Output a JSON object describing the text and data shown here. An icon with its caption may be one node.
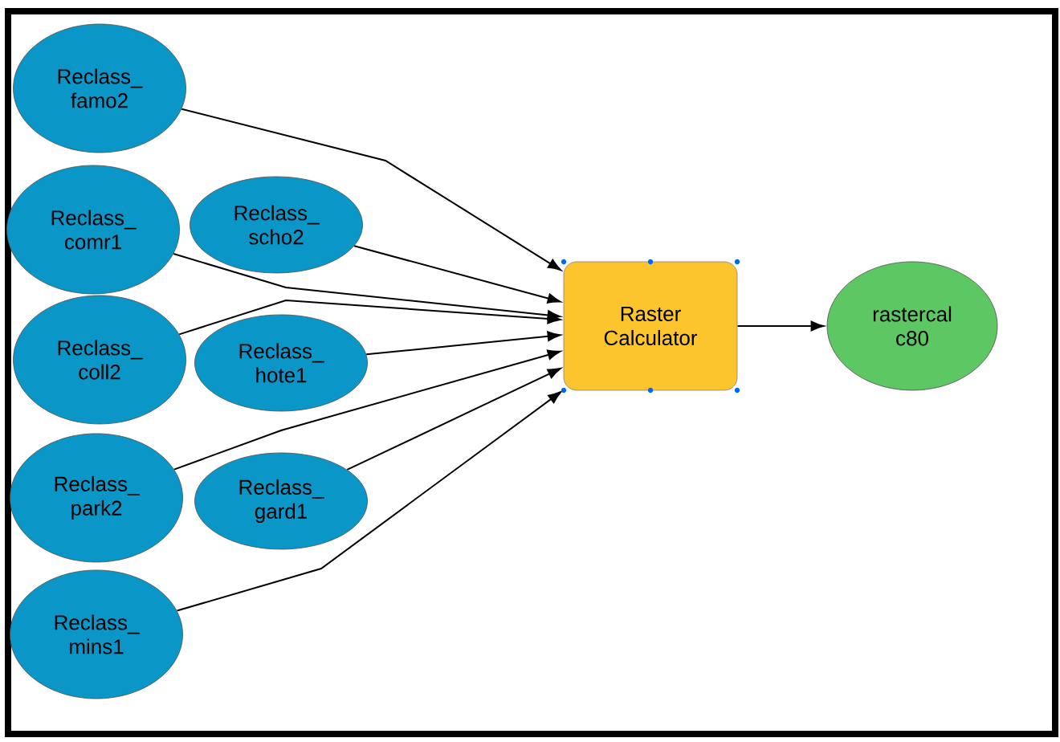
{
  "diagram": {
    "nodes": [
      {
        "text": [
          "Reclass_ famo2"
        ]
      },
      {
        "text": [
          "Reclass_ comr1"
        ]
      },
      {
        "text": [
          "Reclass_ scho2"
        ]
      },
      {
        "text": [
          "Reclass_ coll2"
        ]
      },
      {
        "text": [
          "Reclass_ hote1"
        ]
      },
      {
        "text": [
          "Reclass_ park2"
        ]
      },
      {
        "text": [
          "Reclass_ gard1"
        ]
      },
      {
        "text": [
          "Reclass_ mins1"
        ]
      },
      {
        "text": [
          "Raster Calculator"
        ]
      },
      {
        "text": [
          "rastercal c80"
        ]
      }
    ],
    "edges": [
      {
        "from": 0,
        "to": 8,
        "arrow": "to"
      },
      {
        "from": 1,
        "to": 8,
        "arrow": "to"
      },
      {
        "from": 2,
        "to": 8,
        "arrow": "to"
      },
      {
        "from": 3,
        "to": 8,
        "arrow": "to"
      },
      {
        "from": 4,
        "to": 8,
        "arrow": "to"
      },
      {
        "from": 5,
        "to": 8,
        "arrow": "to"
      },
      {
        "from": 6,
        "to": 8,
        "arrow": "to"
      },
      {
        "from": 7,
        "to": 8,
        "arrow": "to"
      },
      {
        "from": 8,
        "to": 9,
        "arrow": "to"
      }
    ]
  }
}
